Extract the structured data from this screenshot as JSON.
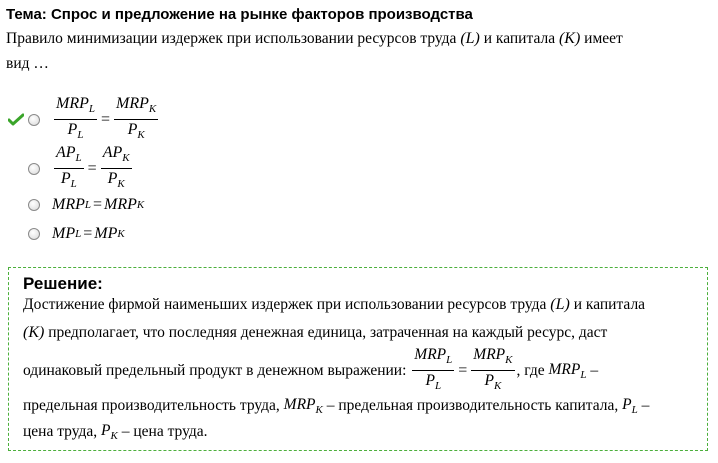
{
  "topic": "Тема: Спрос и предложение на рынке факторов производства",
  "question": {
    "part1": "Правило минимизации издержек при использовании ресурсов труда",
    "var_l": "(L)",
    "part2": "и капитала",
    "var_k": "(K)",
    "part3": "имеет",
    "part4": "вид …"
  },
  "options": [
    {
      "correct": true,
      "num_left": "MRP",
      "num_left_sub": "L",
      "den_left": "P",
      "den_left_sub": "L",
      "num_right": "MRP",
      "num_right_sub": "K",
      "den_right": "P",
      "den_right_sub": "K"
    },
    {
      "correct": false,
      "num_left": "AP",
      "num_left_sub": "L",
      "den_left": "P",
      "den_left_sub": "L",
      "num_right": "AP",
      "num_right_sub": "K",
      "den_right": "P",
      "den_right_sub": "K"
    },
    {
      "correct": false,
      "left": "MRP",
      "left_sub": "L",
      "right": "MRP",
      "right_sub": "K"
    },
    {
      "correct": false,
      "left": "MP",
      "left_sub": "L",
      "right": "MP",
      "right_sub": "K"
    }
  ],
  "solution": {
    "title": "Решение:",
    "l1_text": "Достижение фирмой наименьших издержек при использовании ресурсов труда",
    "l1_var": "(L)",
    "l1_tail": "и капитала",
    "l2_var": "(K)",
    "l2_text": "предполагает, что последняя денежная единица, затраченная на каждый ресурс, даст",
    "l3_text": "одинаковый предельный продукт в денежном выражении:",
    "l3_after": ", где",
    "l3_dash": "–",
    "l4_text": "предельная производительность труда,",
    "l4_mid": "– предельная производительность капитала,",
    "l4_dash": "–",
    "l5_text": "цена труда,",
    "l5_tail": "– цена труда."
  },
  "symbols": {
    "mrp": "MRP",
    "p": "P",
    "eq": "=",
    "L": "L",
    "K": "K"
  },
  "colors": {
    "check": "#3aa52a",
    "border": "#4caf3c"
  }
}
